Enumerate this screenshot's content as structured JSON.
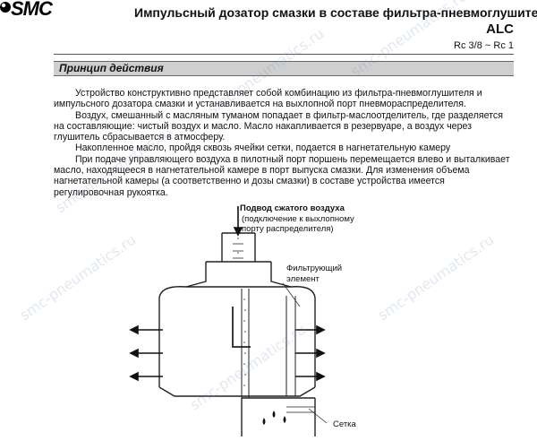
{
  "header": {
    "logo": "SMC",
    "title": "Импульсный дозатор смазки в составе фильтра-пневмоглушителя",
    "model": "ALC",
    "ports": "Rc 3/8 ~ Rc 1"
  },
  "section": {
    "title": "Принцип действия"
  },
  "paragraphs": [
    "Устройство конструктивно представляет собой комбинацию из фильтра-пневмоглушителя и импульсного дозатора смазки и устанавливается на выхлопной порт пневмораспределителя.",
    "Воздух, смешанный с масляным туманом попадает в фильтр-маслоотделитель, где разделяется на составляющие: чистый воздух и масло. Масло накапливается в резервуаре, а воздух через глушитель сбрасывается в атмосферу.",
    "Накопленное масло, пройдя сквозь ячейки сетки, подается в нагнетательную камеру",
    "При подаче управляющего воздуха в пилотный порт поршень перемещается влево и выталкивает масло, находящееся в нагнетательной камере в порт выпуска смазки. Для изменения объема нагнетательной камеры (а соответственно и дозы смазки) в составе устройства имеется регулировочная рукоятка."
  ],
  "diagram": {
    "supply_title": "Подвод сжатого воздуха",
    "supply_note_1": "(подключение к выхлопному",
    "supply_note_2": "порту распределителя)",
    "filter_label_1": "Фильтрующий",
    "filter_label_2": "элемент",
    "mesh_label": "Сетка"
  },
  "watermark": "smc-pneumatics.ru"
}
